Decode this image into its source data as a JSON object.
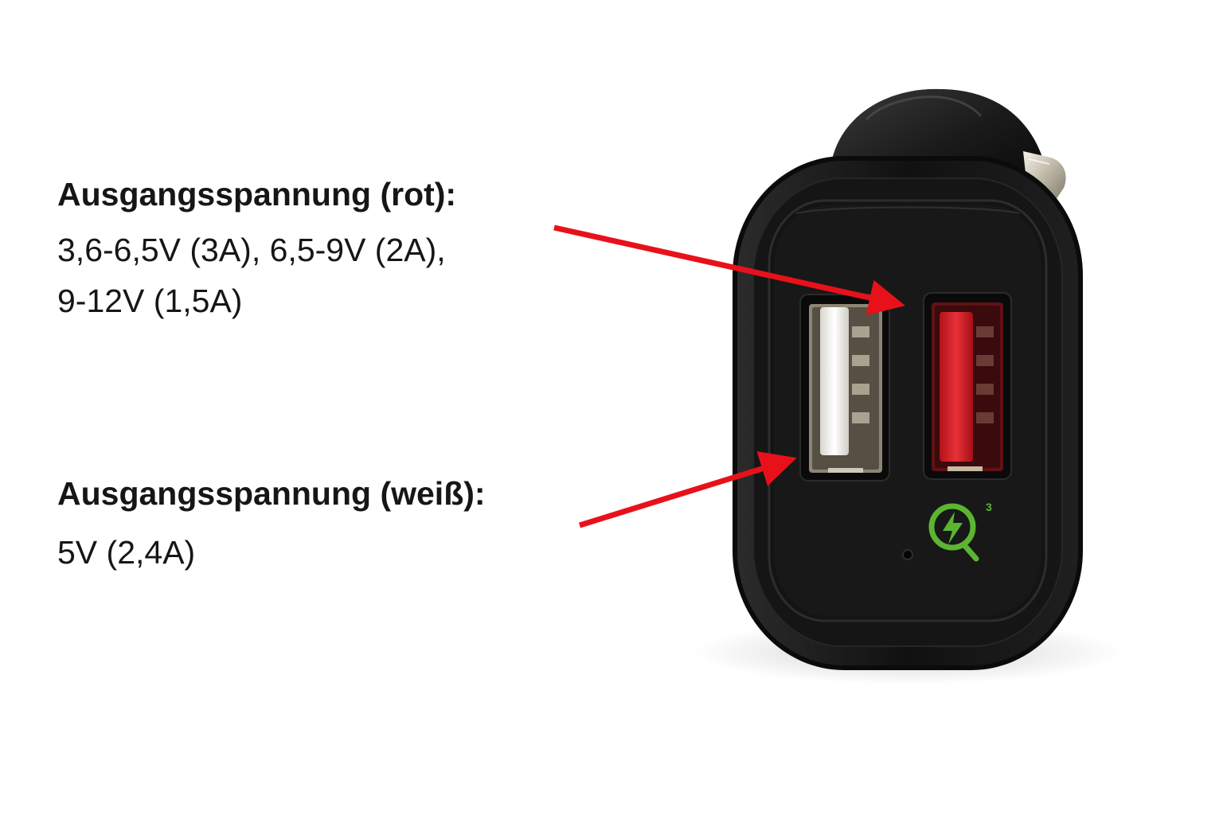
{
  "labels": {
    "red_port": {
      "heading": "Ausgangsspannung (rot):",
      "value_line_1": "3,6-6,5V (3A), 6,5-9V (2A),",
      "value_line_2": "9-12V (1,5A)"
    },
    "white_port": {
      "heading": "Ausgangsspannung (weiß):",
      "value_line_1": "5V (2,4A)"
    }
  },
  "logo": {
    "superscript": "3",
    "icon": "quick-charge-lightning-icon",
    "color": "#5bb531"
  },
  "colors": {
    "arrow": "#e8111a",
    "charger_body": "#0e0e0e",
    "red_port": "#d9232a",
    "white_port": "#f1f1ec"
  }
}
